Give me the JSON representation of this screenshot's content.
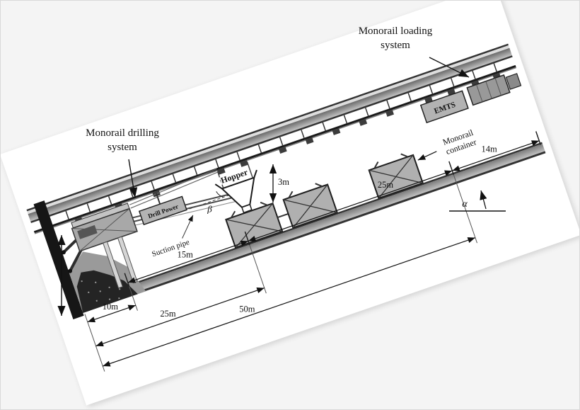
{
  "scene": {
    "background": "#f4f4f4",
    "sheet_color": "#ffffff",
    "ink_color": "#111111",
    "band_dark": "#333333",
    "band_mid": "#8f8f8f",
    "box_fill": "#b3b3b3"
  },
  "callouts": {
    "loading": {
      "line1": "Monorail loading",
      "line2": "system"
    },
    "drilling": {
      "line1": "Monorail drilling",
      "line2": "system"
    }
  },
  "labels": {
    "hopper": "Hopper",
    "drill_power": "Drill Power",
    "suction_pipe": "Suction pipe",
    "emts": "EMTS",
    "container_line1": "Monorail",
    "container_line2": "container",
    "beta": "β",
    "alpha": "α"
  },
  "dimensions": {
    "drill_zone": "10m",
    "left_span": "25m",
    "total_span": "50m",
    "pipe_span": "15m",
    "haul_span": "25m",
    "end_span": "14m",
    "clearance": "3m"
  }
}
